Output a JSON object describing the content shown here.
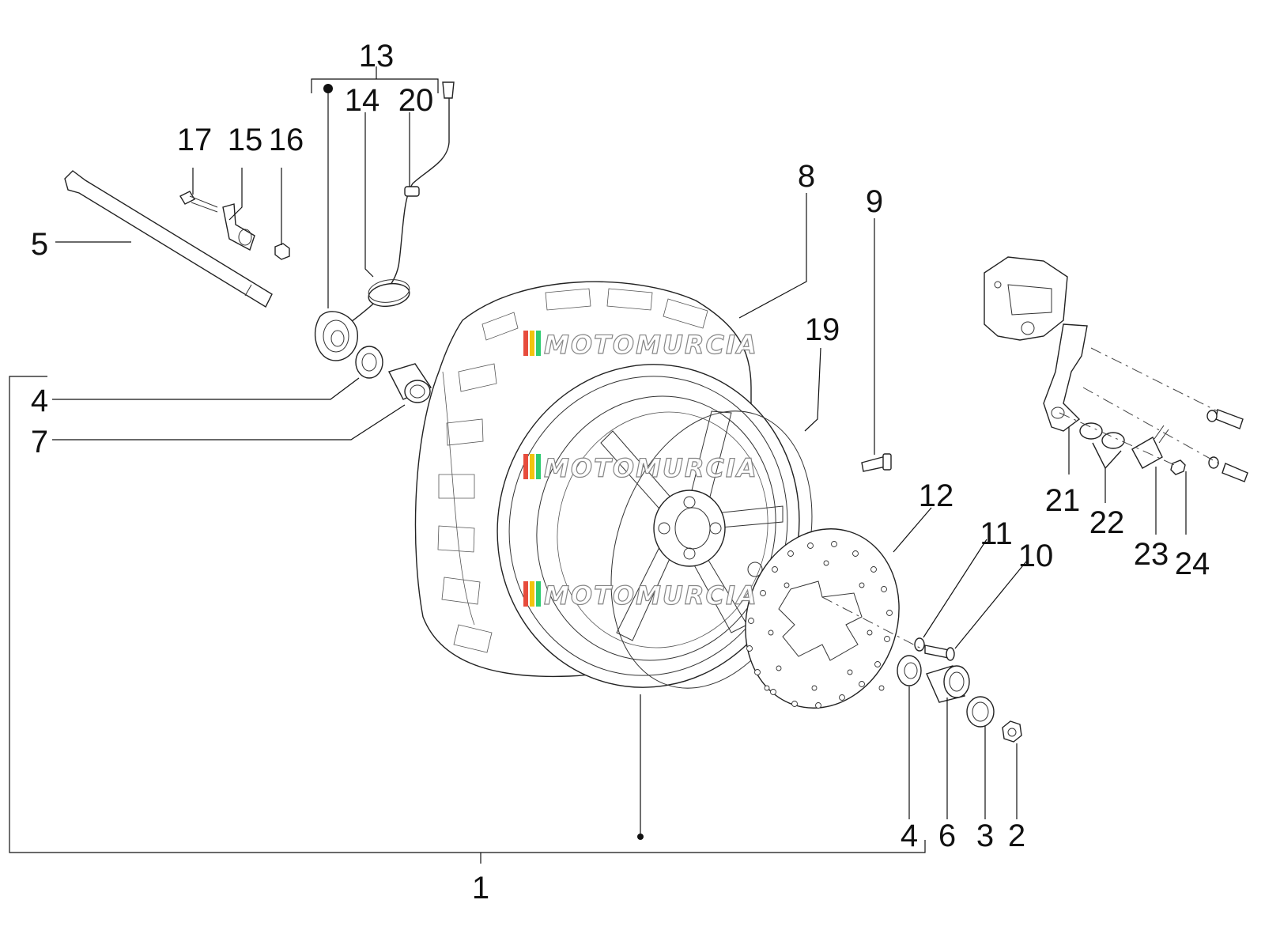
{
  "watermark": "MOTOMURCIA",
  "watermark_colors": [
    "#e74c3c",
    "#f1c40f",
    "#2ecc71"
  ],
  "callouts": {
    "c1": "1",
    "c2": "2",
    "c3": "3",
    "c4a": "4",
    "c4b": "4",
    "c5": "5",
    "c6": "6",
    "c7": "7",
    "c8": "8",
    "c9": "9",
    "c10": "10",
    "c11": "11",
    "c12": "12",
    "c13": "13",
    "c14": "14",
    "c15": "15",
    "c16": "16",
    "c17": "17",
    "c19": "19",
    "c20": "20",
    "c21": "21",
    "c22": "22",
    "c23": "23",
    "c24": "24"
  }
}
